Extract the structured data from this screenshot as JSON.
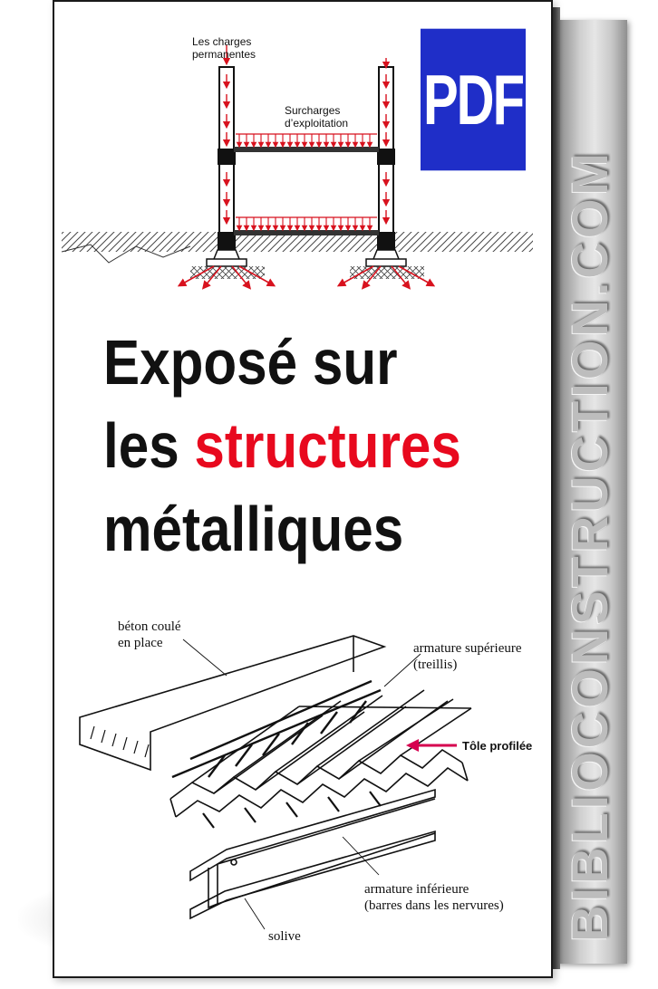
{
  "spine": {
    "site_name": "BIBLIOCONSTRUCTION.COM"
  },
  "badge": {
    "label": "PDF",
    "color": "#1f2ec8"
  },
  "title": {
    "line1": "Exposé sur",
    "line2_prefix": "les",
    "line2_highlight": "structures",
    "line3": "métalliques",
    "highlight_color": "#e8091e"
  },
  "frame_diagram": {
    "label_permanent_line1": "Les charges",
    "label_permanent_line2": "permanentes",
    "label_live_line1": "Surcharges",
    "label_live_line2": "d’exploitation",
    "load_arrow_color": "#d8121e"
  },
  "deck_diagram": {
    "label_concrete_line1": "béton coulé",
    "label_concrete_line2": "en place",
    "label_top_rebar_line1": "armature supérieure",
    "label_top_rebar_line2": "(treillis)",
    "label_profiled_sheet": "Tôle profilée",
    "label_bottom_rebar_line1": "armature inférieure",
    "label_bottom_rebar_line2": "(barres dans les nervures)",
    "label_joist": "solive",
    "pointer_color": "#d6004f"
  }
}
